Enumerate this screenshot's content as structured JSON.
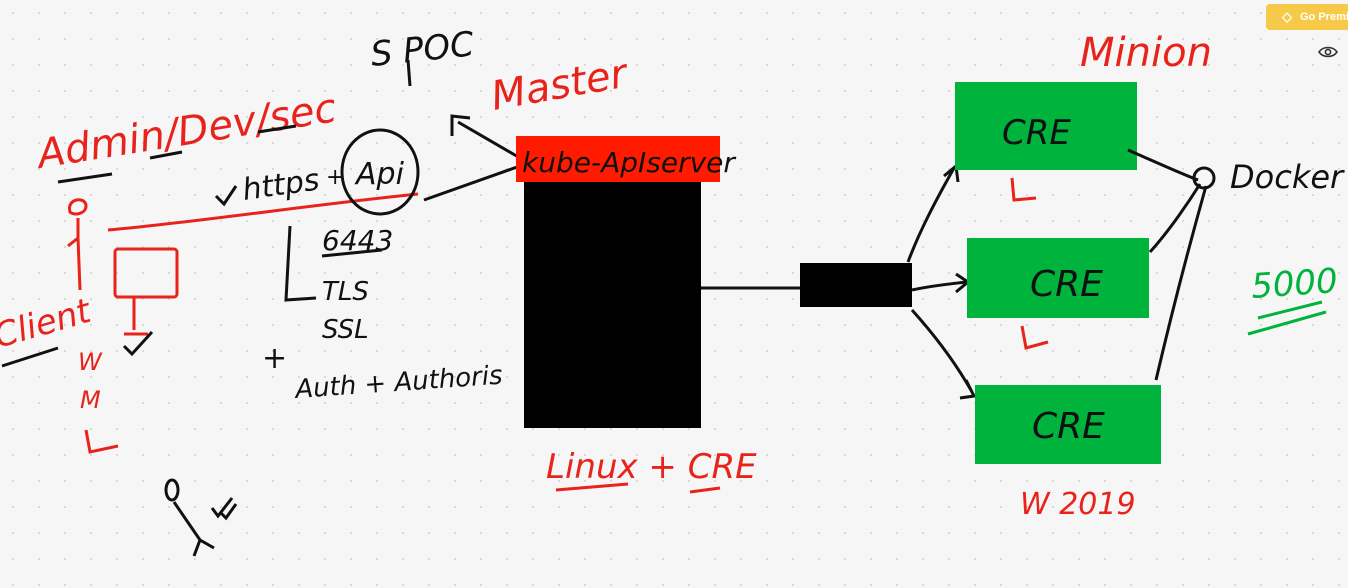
{
  "toolbar": {
    "premium_label": "Go Premi",
    "premium_icon": "diamond-icon",
    "view_icon": "eye-icon"
  },
  "colors": {
    "ink_black": "#111111",
    "ink_red": "#e8231b",
    "master_bar": "#ff1a00",
    "node_green": "#00b33c",
    "premium_yellow": "#f7c948"
  },
  "labels": {
    "spoc": "S POC",
    "admin": "Admin/Dev/sec",
    "master": "Master",
    "minion": "Minion",
    "client": "Client",
    "https": "https",
    "api": "Api",
    "port": "6443",
    "tls": "TLS",
    "ssl": "SSL",
    "plus": "+",
    "auth": "Auth + Authoris",
    "kube_api": "kube-ApIserver",
    "linux_cre": "Linux + CRE",
    "docker": "Docker",
    "w2019": "W 2019",
    "five_k": "5000",
    "wml_w": "W",
    "wml_m": "M",
    "wml_l": "L",
    "node_l1": "L",
    "node_l2": "L"
  },
  "nodes": [
    {
      "label": "CRE"
    },
    {
      "label": "CRE"
    },
    {
      "label": "CRE"
    }
  ]
}
